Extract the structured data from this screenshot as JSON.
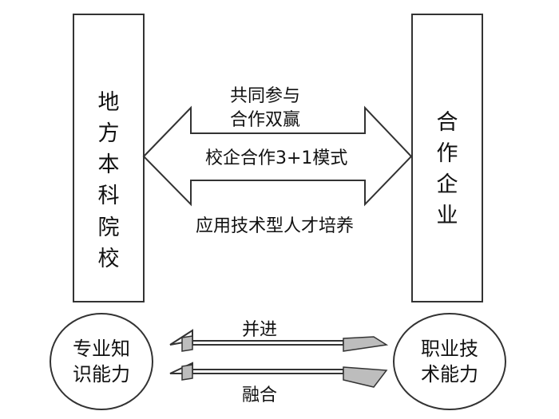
{
  "left_block": {
    "text": "地方本科院校"
  },
  "right_block": {
    "text": "合作企业"
  },
  "big_arrow": {
    "top_text_line1": "共同参与",
    "top_text_line2": "合作双赢",
    "middle_text": "校企合作3+1模式",
    "bottom_text": "应用技术型人才培养"
  },
  "left_circle": {
    "text": "专业知\n识能力"
  },
  "right_circle": {
    "text": "职业技\n术能力"
  },
  "small_arrows": {
    "top_label": "并进",
    "bottom_label": "融合"
  },
  "colors": {
    "stroke": "#333333",
    "fill_gray": "#bdbdbd",
    "background": "#ffffff"
  }
}
